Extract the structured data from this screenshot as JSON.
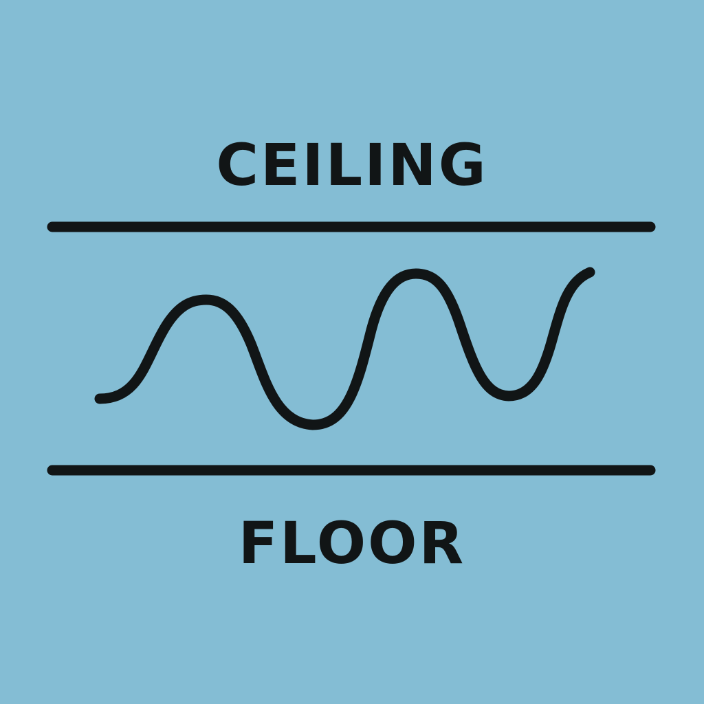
{
  "labels": {
    "top": "CEILING",
    "bottom": "FLOOR"
  },
  "colors": {
    "background": "#84bdd4",
    "ink": "#111516"
  },
  "diagram": {
    "elements": [
      "top-boundary-line",
      "oscillating-wave",
      "bottom-boundary-line"
    ]
  }
}
